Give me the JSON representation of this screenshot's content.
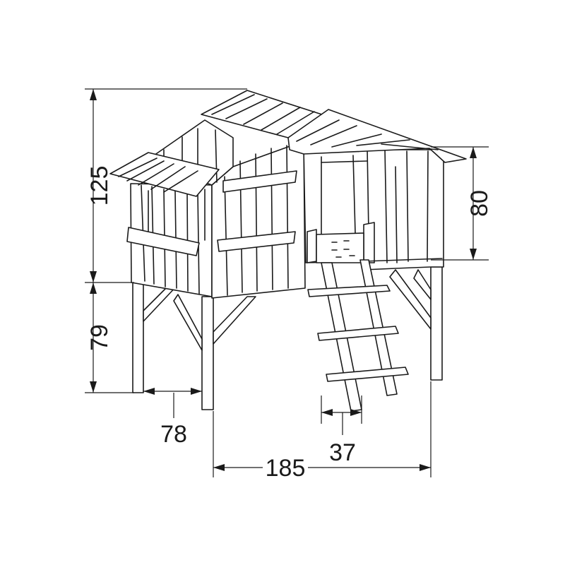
{
  "dimensions": {
    "total_height": "125",
    "leg_height": "79",
    "leg_spread": "78",
    "upper_right_height": "80",
    "ladder_width": "37",
    "total_width": "185"
  }
}
